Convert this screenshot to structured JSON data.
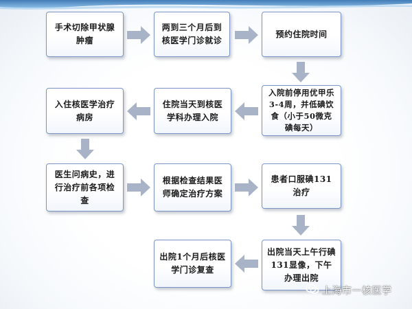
{
  "colors": {
    "box_border": "#7a94c4",
    "arrow_fill": "#a9b3c7",
    "stripe": "#4d8ec7"
  },
  "steps": [
    "手术切除甲状腺肿瘤",
    "两到三个月后到核医学门诊就诊",
    "预约住院时间",
    "入院前停用优甲乐3-4周，并低碘饮食（小于50微克碘每天）",
    "住院当天到核医学科办理入院",
    "入住核医学治疗病房",
    "医生问病史，进行治疗前各项检查",
    "根据检查结果医师确定治疗方案",
    "患者口服碘131治疗",
    "出院当天上午行碘131显像，下午办理出院",
    "出院1个月后核医学门诊复查"
  ],
  "watermark": {
    "icon": "wechat-icon",
    "text": "上海市一核医学"
  }
}
